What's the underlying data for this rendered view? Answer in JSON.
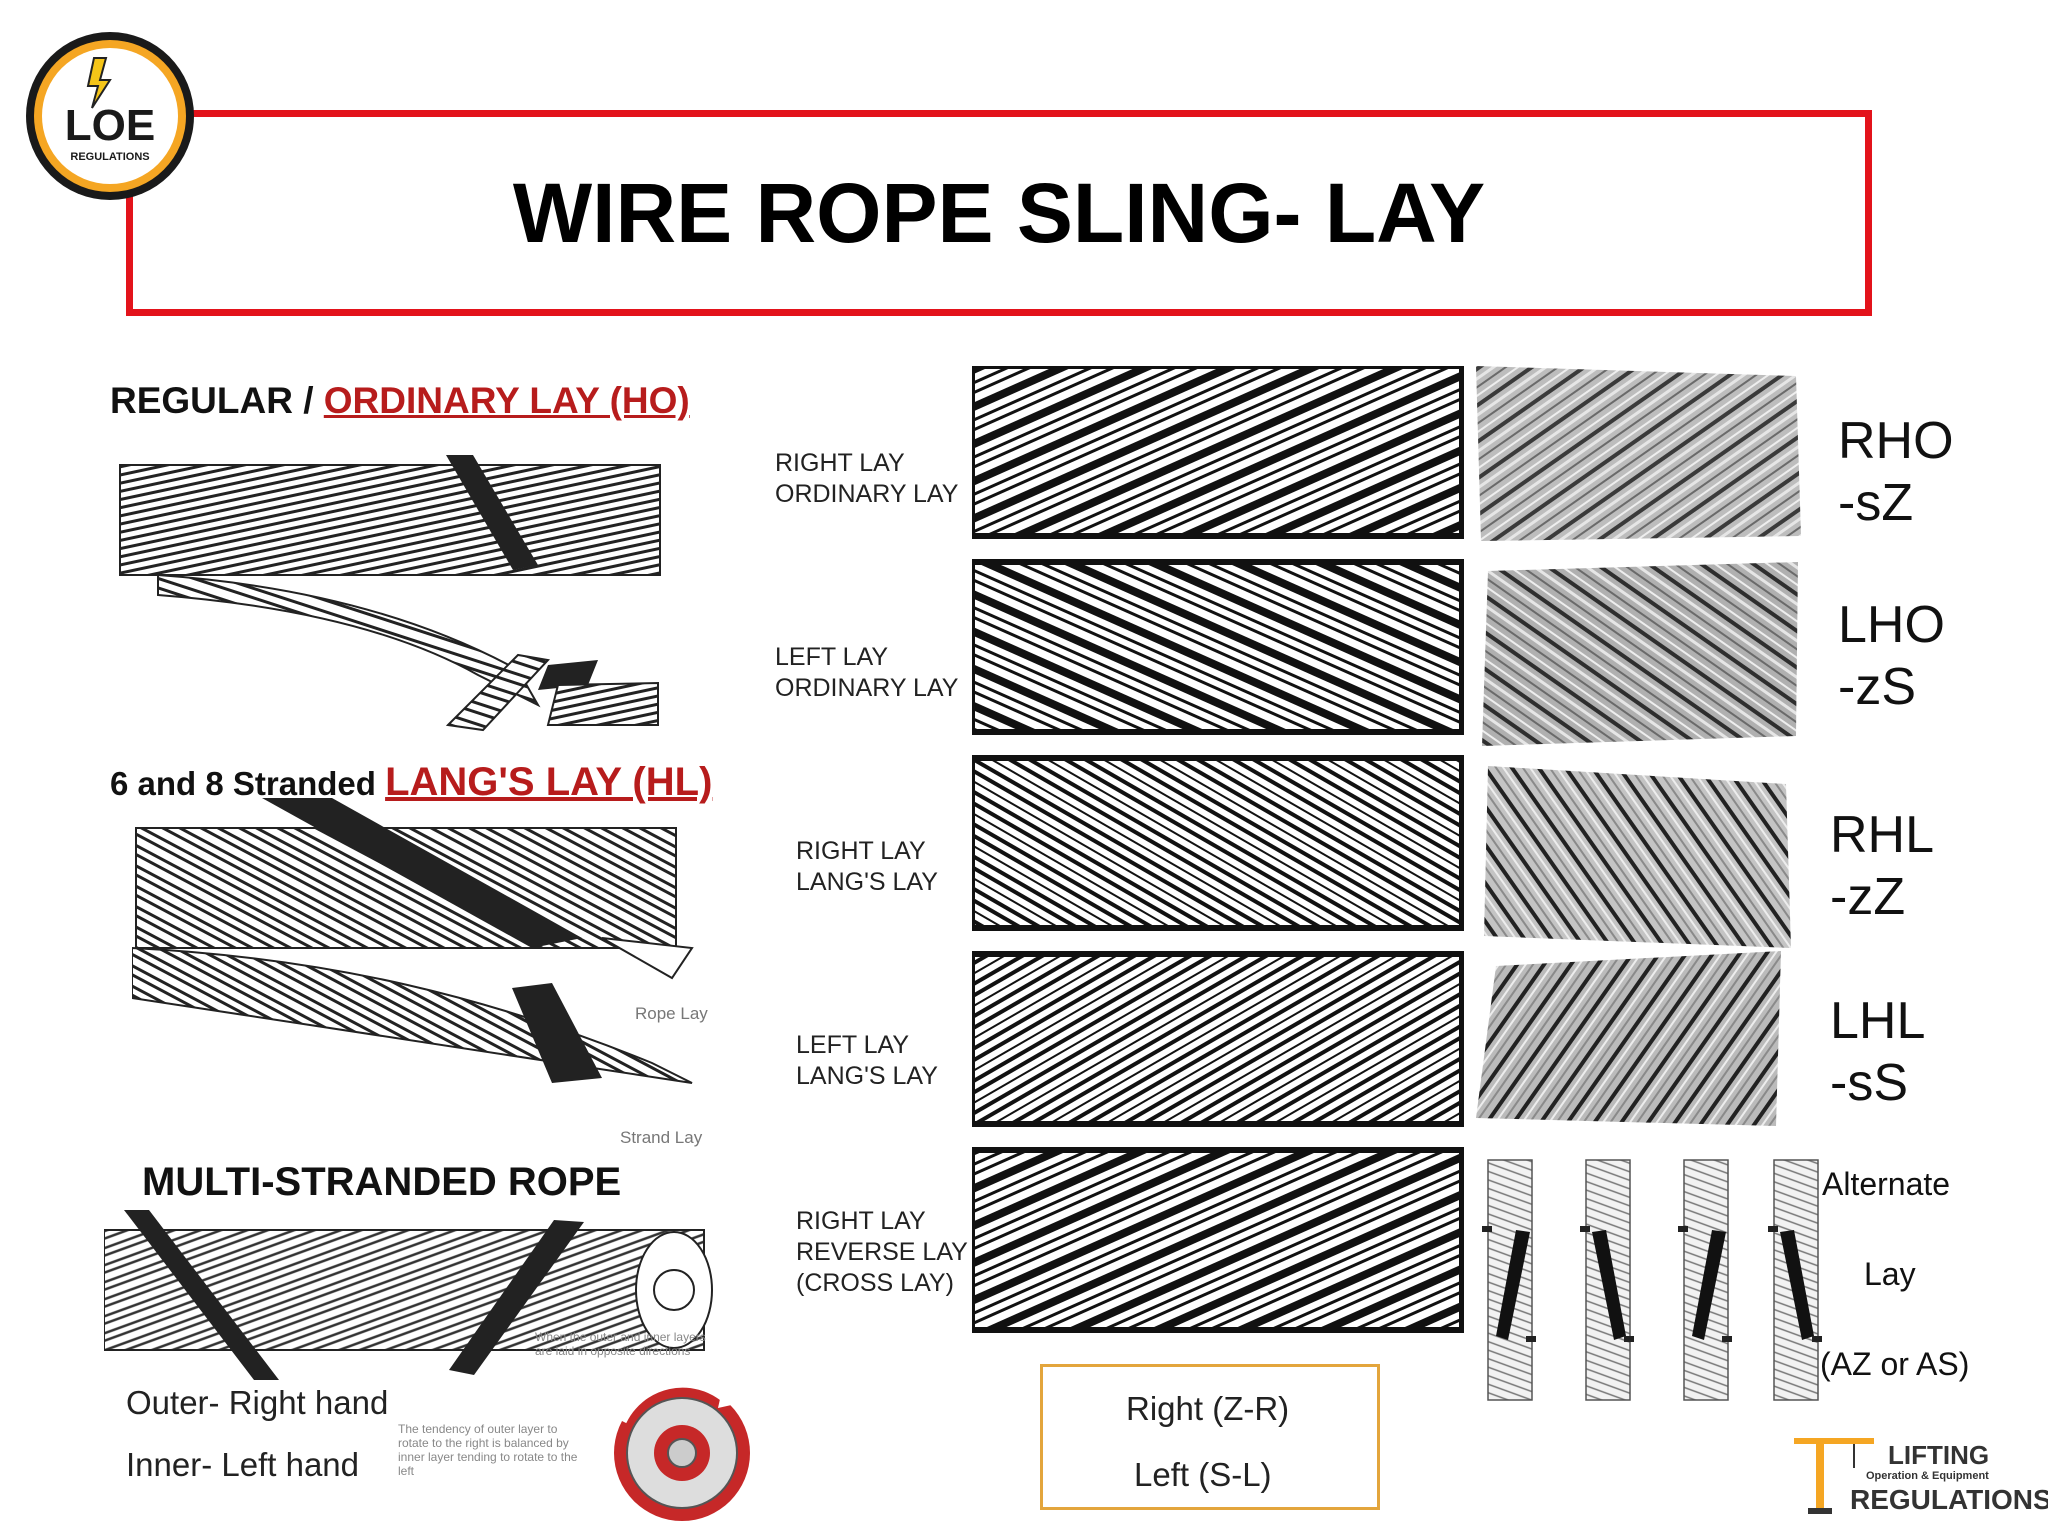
{
  "title": "WIRE ROPE SLING- LAY",
  "logo": {
    "text": "LOE",
    "subtext": "REGULATIONS"
  },
  "sections": {
    "ordinary": {
      "prefix": "REGULAR / ",
      "highlight": "ORDINARY LAY (HO)"
    },
    "langs": {
      "prefix": "6 and 8 Stranded ",
      "highlight": "LANG'S LAY (HL)",
      "rope_lay_caption": "Rope Lay",
      "strand_lay_caption": "Strand Lay"
    },
    "multi": {
      "title": "MULTI-STRANDED ROPE",
      "note": "When the outer and inner layers are laid in opposite directions",
      "outer": "Outer- Right hand",
      "inner": "Inner- Left hand",
      "rotation_note": "The tendency of outer layer to rotate to the right is balanced by inner layer tending to rotate to the left"
    }
  },
  "lays": [
    {
      "line1": "RIGHT LAY",
      "line2": "ORDINARY LAY",
      "code1": "RHO",
      "code2": "-sZ"
    },
    {
      "line1": "LEFT LAY",
      "line2": "ORDINARY LAY",
      "code1": "LHO",
      "code2": "-zS"
    },
    {
      "line1": "RIGHT LAY",
      "line2": "LANG'S LAY",
      "code1": "RHL",
      "code2": "-zZ"
    },
    {
      "line1": "LEFT LAY",
      "line2": "LANG'S LAY",
      "code1": "LHL",
      "code2": "-sS"
    },
    {
      "line1": "RIGHT LAY",
      "line2": "REVERSE  LAY",
      "line3": "(CROSS LAY)"
    }
  ],
  "alternate": {
    "line1": "Alternate",
    "line2": "Lay",
    "line3": "(AZ or AS)"
  },
  "legend": {
    "right": "Right (Z-R)",
    "left": "Left  (S-L)"
  },
  "footer_logo": {
    "line1": "LIFTING",
    "line2": "Operation & Equipment",
    "line3": "REGULATIONS"
  },
  "colors": {
    "accent_red": "#e3131b",
    "heading_red": "#b71c1c",
    "legend_border": "#e3a53c"
  }
}
